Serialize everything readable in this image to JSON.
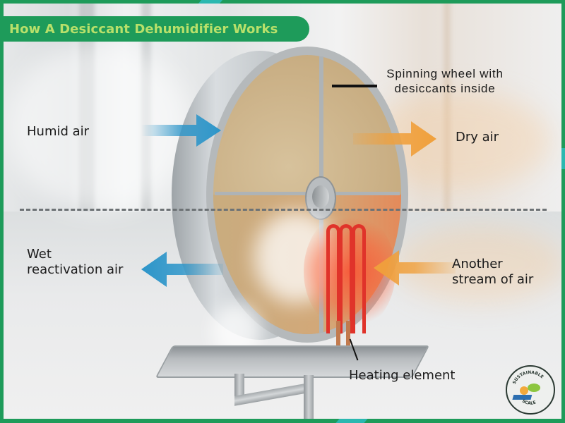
{
  "title": "How A Desiccant Dehumidifier Works",
  "labels": {
    "humid_air": "Humid air",
    "dry_air": "Dry air",
    "wet_reactivation_line1": "Wet",
    "wet_reactivation_line2": "reactivation air",
    "another_stream_line1": "Another",
    "another_stream_line2": "stream of air",
    "spinning_wheel_line1": "Spinning wheel with",
    "spinning_wheel_line2": "desiccants inside",
    "heating_element": "Heating element"
  },
  "logo": {
    "top_text": "SUSTAINABLE",
    "bottom_text": "SCALE"
  },
  "colors": {
    "brand_green": "#1e9b5a",
    "title_text": "#b8e06a",
    "accent_teal": "#2bb8b0",
    "blue_arrow": "#2c95c9",
    "orange_arrow": "#f0a03c",
    "heater_red": "#e0332a"
  },
  "icons": [
    "arrow-right-blue",
    "arrow-right-orange",
    "arrow-left-blue",
    "arrow-left-orange",
    "sustainable-scale-logo"
  ]
}
